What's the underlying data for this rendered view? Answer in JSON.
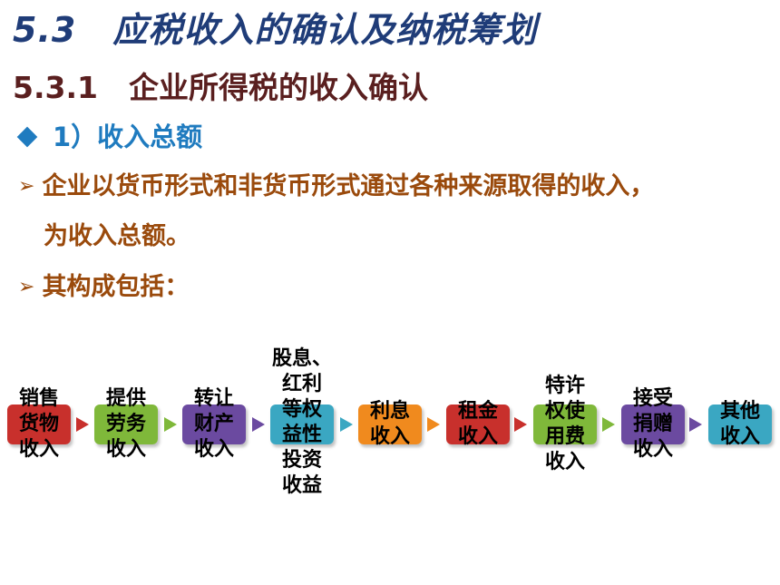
{
  "title": {
    "number": "5.3",
    "text": "应税收入的确认及纳税筹划"
  },
  "subtitle": {
    "number": "5.3.1",
    "text": "企业所得税的收入确认"
  },
  "heading": {
    "text": "1）收入总额"
  },
  "bullets": [
    {
      "line1": "企业以货币形式和非货币形式通过各种来源取得的收入，",
      "line2": "为收入总额。"
    },
    {
      "line1": "其构成包括："
    }
  ],
  "flow": [
    {
      "label": "销售\n货物\n收入",
      "color": "#c8302c"
    },
    {
      "label": "提供\n劳务\n收入",
      "color": "#7fb83a"
    },
    {
      "label": "转让\n财产\n收入",
      "color": "#6b4aa0"
    },
    {
      "label": "股息、\n红利\n等权\n益性\n投资\n收益",
      "color": "#3aa7c2"
    },
    {
      "label": "利息\n收入",
      "color": "#f08a1e"
    },
    {
      "label": "租金\n收入",
      "color": "#c8302c"
    },
    {
      "label": "特许\n权使\n用费\n收入",
      "color": "#7fb83a"
    },
    {
      "label": "接受\n捐赠\n收入",
      "color": "#6b4aa0"
    },
    {
      "label": "其他\n收入",
      "color": "#3aa7c2"
    }
  ],
  "arrow_colors": [
    "#c8302c",
    "#7fb83a",
    "#6b4aa0",
    "#3aa7c2",
    "#f08a1e",
    "#c8302c",
    "#7fb83a",
    "#6b4aa0"
  ]
}
